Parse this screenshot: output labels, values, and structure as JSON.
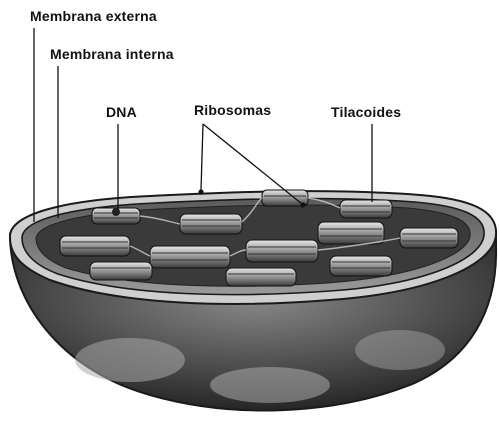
{
  "labels": {
    "outer_membrane": "Membrana externa",
    "inner_membrane": "Membrana interna",
    "dna": "DNA",
    "ribosomes": "Ribosomas",
    "thylakoids": "Tilacoides"
  },
  "colors": {
    "outline": "#1a1a1a",
    "body_dark": "#2e2e2e",
    "body_mid": "#6a6a6a",
    "stroma": "#9a9a9a",
    "stack_light": "#d8d8d8",
    "background": "#ffffff"
  }
}
